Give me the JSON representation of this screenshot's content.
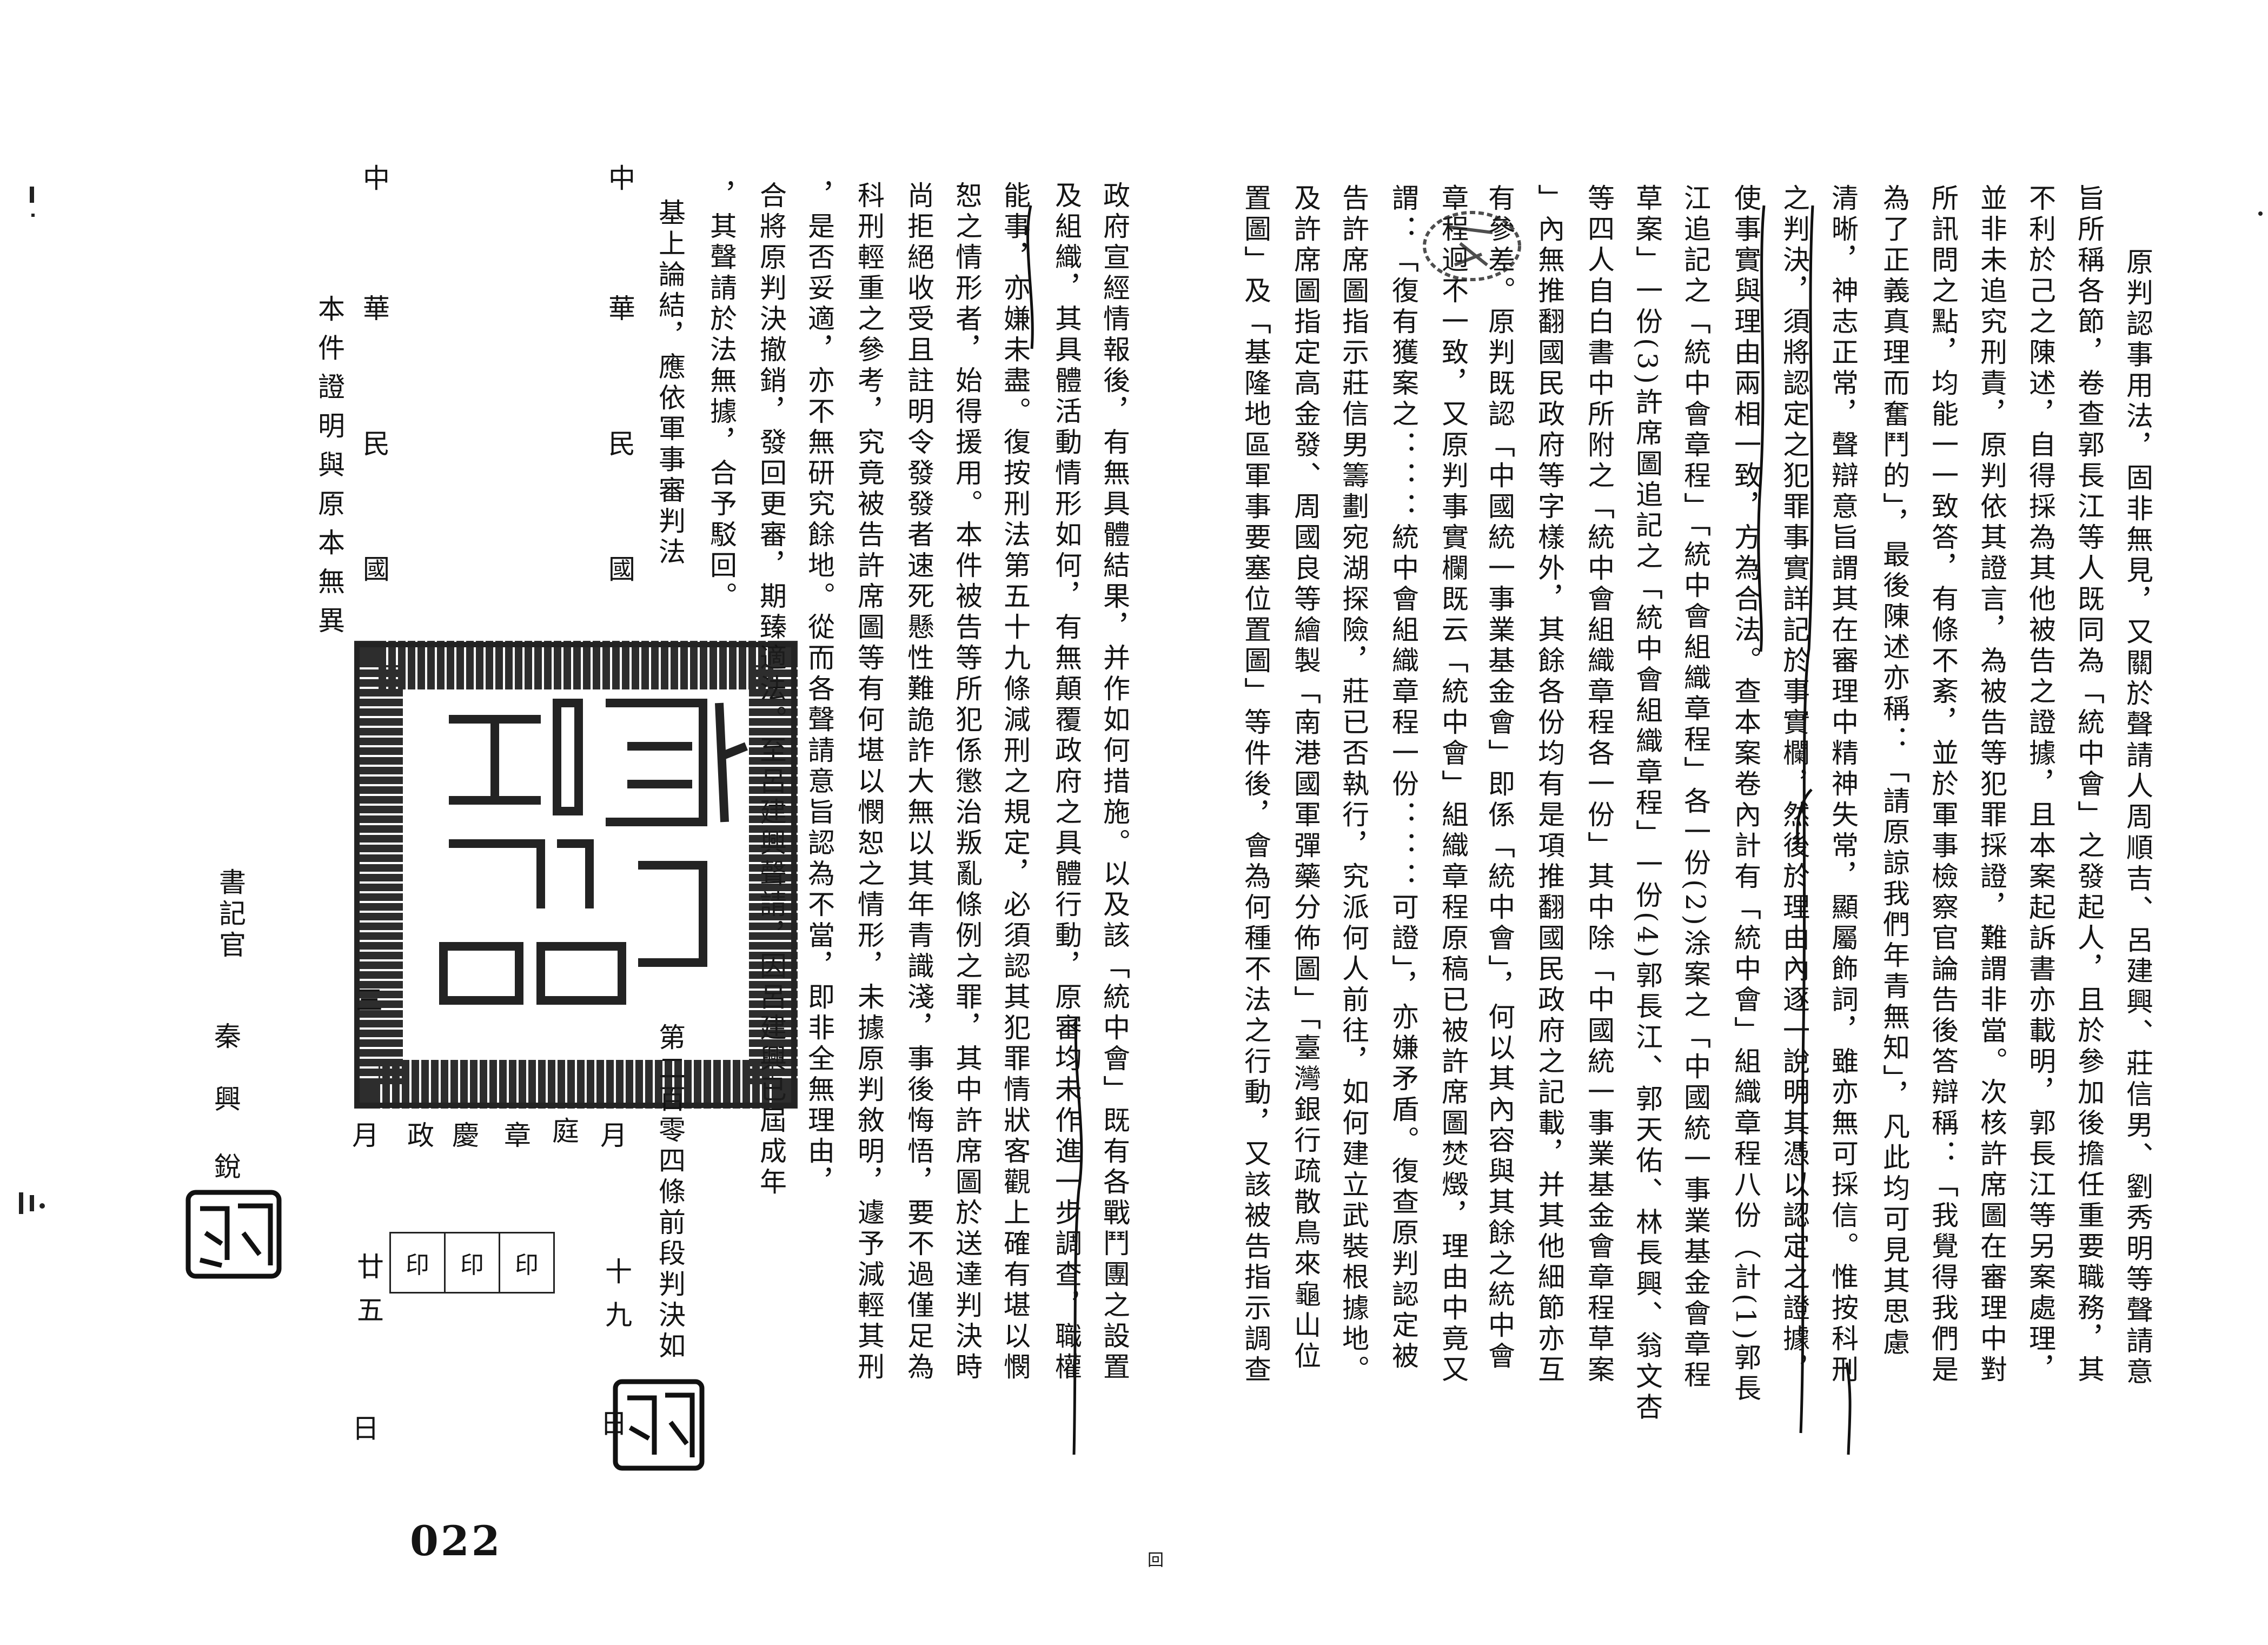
{
  "right_page": {
    "columns": [
      "原判認事用法，固非無見，又關於聲請人周順吉、呂建興、莊信男、劉秀明等聲請意",
      "旨所稱各節，卷查郭長江等人既同為「統中會」之發起人，且於參加後擔任重要職務，其",
      "不利於己之陳述，自得採為其他被告之證據，且本案起訴書亦載明，郭長江等另案處理，",
      "並非未追究刑責，原判依其證言，為被告等犯罪採證，難謂非當。次核許席圖在審理中對",
      "所訊問之點，均能一一致答，有條不紊，並於軍事檢察官論告後答辯稱：「我覺得我們是",
      "為了正義真理而奮鬥的」，最後陳述亦稱：「請原諒我們年青無知」，凡此均可見其思慮",
      "清晰，神志正常，聲辯意旨謂其在審理中精神失常，顯屬飾詞，雖亦無可採信。惟按科刑",
      "之判決，須將認定之犯罪事實詳記於事實欄，然後於理由內逐一說明其憑以認定之證據，",
      "使事實與理由兩相一致，方為合法。查本案卷內計有「統中會」組織章程八份（計(1)郭長",
      "江追記之「統中會章程」「統中會組織章程」各一份(2)涂案之「中國統一事業基金會章程",
      "草案」一份(3)許席圖追記之「統中會組織章程」一份(4)郭長江、郭天佑、林長興、翁文杏",
      "等四人自白書中所附之「統中會組織章程各一份」其中除「中國統一事業基金會章程草案",
      "」內無推翻國民政府等字樣外，其餘各份均有是項推翻國民政府之記載，并其他細節亦互",
      "有參差。原判既認「中國統一事業基金會」即係「統中會」，何以其內容與其餘之統中會",
      "章程迥不一致，又原判事實欄既云「統中會」組織章程原稿已被許席圖焚燬，理由中竟又",
      "謂：「復有獲案之：：：統中會組織章程一份：：：可證」，亦嫌矛盾。復查原判認定被",
      "告許席圖指示莊信男籌劃宛湖探險，莊已否執行，究派何人前往，如何建立武裝根據地。",
      "及許席圖指定高金發、周國良等繪製「南港國軍彈藥分佈圖」「臺灣銀行疏散鳥來龜山位",
      "置圖」及「基隆地區軍事要塞位置圖」等件後，會為何種不法之行動，又該被告指示調查"
    ]
  },
  "left_page": {
    "columns": [
      "政府宣經情報後，有無具體結果，并作如何措施。以及該「統中會」既有各戰鬥團之設置",
      "及組織，其具體活動情形如何，有無顛覆政府之具體行動，原審均未作進一步調查，職權",
      "能事，亦嫌未盡。復按刑法第五十九條減刑之規定，必須認其犯罪情狀客觀上確有堪以憫",
      "恕之情形者，始得援用。本件被告等所犯係懲治叛亂條例之罪，其中許席圖於送達判決時",
      "尚拒絕收受且註明令發發者速死懸性難詭詐大無以其年青識淺，事後悔悟，要不過僅足為",
      "科刑輕重之參考，究竟被告許席圖等有何堪以憫恕之情形，未據原判敘明，遽予減輕其刑",
      "，是否妥適，亦不無研究餘地。從而各聲請意旨認為不當，即非全無理由，",
      "合將原判決撤銷，發回更審，期臻適法。至呂建興聲請，因呂建興已屆成年",
      "，其聲請於法無據，合予駁回。"
    ],
    "conclusion_start": "基上論結，應依軍事審判法",
    "conclusion_end": "第二百零四條前段判決如",
    "date1": {
      "zhong": "中",
      "hua": "華",
      "min": "民",
      "guo": "國",
      "month": "月",
      "day_num": "十九",
      "day": "日"
    },
    "judges": {
      "ting": "庭",
      "zhang": "章",
      "qing": "慶",
      "zheng": "政"
    },
    "date2": {
      "zhong": "中",
      "hua": "華",
      "min": "民",
      "guo": "國",
      "num": "三",
      "month": "月",
      "day_num": "廿五",
      "day": "日"
    },
    "seal_cells": [
      "印",
      "印",
      "印"
    ],
    "certification": "本件證明與原本無異",
    "clerk_title": "書記官",
    "clerk_name": [
      "秦",
      "興",
      "銳"
    ],
    "page_marker": "回"
  },
  "page_number": "022",
  "colors": {
    "ink": "#141414",
    "stamp": "#1c1c1c"
  }
}
